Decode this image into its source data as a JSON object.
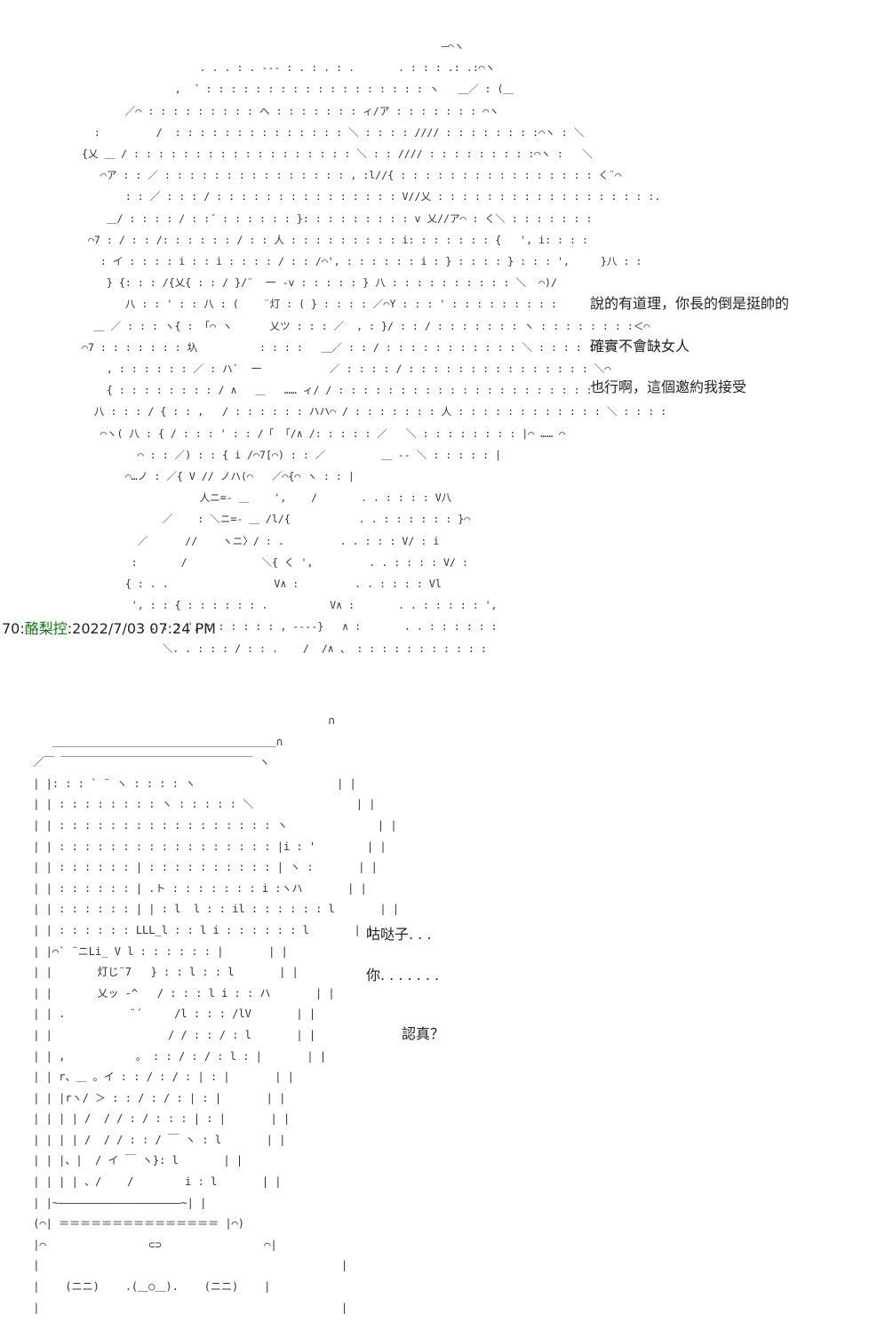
{
  "top_section": {
    "ascii_art_lines": [
      "                                                            ―⌒ヽ",
      "                     . . . : . ‐‐‐ : . : . : .       . : : : .: .:⌒ヽ",
      "                 ,  ´ : : : : : : : : : : : : : : : : : : ヽ   ＿／ : (＿",
      "         ／⌒ : : : : : : : : : へ : : : : : : : ィ/ア : : : : : : : ⌒ヽ",
      "    :         /  : : : : : : : : : : : : : : ＼ : : : : //// : : : : : : : :⌒ヽ : ＼",
      "  {乂 ＿ / : : : : : : : : : : : : : : : : : : ＼ : : //// : : : : : : : : :⌒ヽ :   ＼",
      "     ⌒ア : : ／ : : : : : : : : : : : : : : : , :l//{ : : : : : : : : : : : : : : : : く¨⌒",
      "         : : ／ : : : / : : : : : : : : : : : : : : : V//乂 : : : : : : : : : : : : : : : : : :.",
      "      ＿/ : : : : / : :´ : : : : : : }: : : : : : : : : v 乂//ア⌒ : く＼ : : : : : : :",
      "   ⌒7 : / : : /: : : : : : / : : 人 : : : : : : : : : i: : : : : : : {   ', i: : : :",
      "     : イ : : : : i : : i : : : : / : : /⌒', : : : : : : i : } : : : : } : : : ',     }八 : :",
      "      } {: : : /{乂{ : : / }/¨  一 ‐v : : : : : } 八 : : : : : : : : : : ＼  ⌒)/",
      "         八 : : ' : : 八 : (    ¨灯 : ( } : : : : ／⌒Y : : : ' : : : : : : : : :",
      "    ＿ ／ : : : ヽ{ : 「⌒ ヽ      乂ツ : : : ／  , : }/ : : / : : : : : : : ヽ : : : : : : : :＜⌒",
      "  ⌒7 : : : : : : : 圦          : : : :   ＿／ : : / : : : : : : : : : : : ＼ : : : : : ⌒",
      "      , : : : : : : ／ : ハ`  一           ／ : : : : / : : : : : : : : : : : : : : : ＼⌒",
      "      { : : : : : : : : / ∧   ＿   …… ィ/ / : : : : : : : : : : : : : : : : : : : : : ＼",
      "    八 : : : / { : : ,   / : : : : : : ハハ⌒ / : : : : : : : 人 : : : : : : : : : : : : ＼ : : : : ",
      "     ⌒ヽ( 八 : { / : : : ' : : /「 「/∧ /: : : : : ／   ＼ : : : : : : : : |⌒ …… ⌒",
      "           ⌒ : : ／) : : { i /⌒7[⌒) : : ／         ＿ ‐‐ ＼ : : : : : |",
      "         ⌒…ノ : ／{ V // ノハ(⌒   ／⌒{⌒ ヽ : : |",
      "                     人ニ=‐ ＿    ',    /       . . : : : : V八",
      "               ／    : ＼ニ=‐ ＿ /l/{           . . : : : : : : }⌒",
      "           ／      //    ヽニ〉/ : .         . . : : : V/ : i",
      "          :       /            ＼{ く ',         . . : : : : V/ :",
      "         { : . .                 V∧ :         . . : : : : Vl",
      "          ', : : { : : : : : : .          V∧ :       . . : : : : : ',",
      "             . : : ', : : : : : : , ‐‐‐‐}   ∧ :       . . : : : : : : ",
      "               ＼. . : : : / : : .    /  /∧ 、 : : : : : : : : : : :"
    ],
    "dialogue": [
      "說的有道理，你長的倒是挺帥的",
      "確實不會缺女人",
      "也行啊，這個邀約我接受"
    ]
  },
  "post": {
    "number": "70",
    "separator": ":",
    "author": "酪梨控",
    "timestamp": ":2022/7/03 07:24 PM"
  },
  "bottom_section": {
    "ascii_art_lines": [
      "                                               ∩",
      "    ＿＿＿＿＿＿＿＿＿＿＿＿＿＿＿＿＿＿＿＿＿∩",
      " ／￣ ￣￣￣￣￣￣￣￣￣￣￣￣￣￣￣￣￣￣ ヽ",
      " | |: : : ` ¨ ヽ : : : : ヽ                      | |",
      " | | : : : : : : : : ヽ : : : : : ＼                | |",
      " | | : : : : : : : : : : : : : : : : : ヽ              | |",
      " | | : : : : : : : : : : : : : : : : : |i : '        | |",
      " | | : : : : : : | : : : : : : : : : : | ヽ :       | |",
      " | | : : : : : : | .ト : : : : : : : i :ヽハ       | |",
      " | | : : : : : : | | : l  l : : il : : : : : : l       | |",
      " | | : : : : : : LLL_l : : l i : : : : : : l       | |",
      " | |⌒` ¨ニLi_ V l : : : : : : |       | |",
      " | |       灯じ¨7   } : : l : : l       | |",
      " | |       乂ッ ‐^   / : : : l i : : ハ       | |",
      " | | .          ¨´     /l : : : /lV       | |",
      " | |                  / / : : / : l       | |",
      " | | ,           。 : : / : / : l : |       | |",
      " | | r、＿ 。イ : : / : / : | : |       | |",
      " | | |rヽ/ ＞ : : / : / : | : |       | |",
      " | | | | /  / / : / : : : | : |       | |",
      " | | | | /  / / : : / ￣ ヽ : l       | |",
      " | | |、|  / イ ￣ ヽ}: l       | |",
      " | | | | 、/    /        i : l       | |",
      " | |~―――――――――――――――――――~| |",
      " (⌒| ＝＝＝＝＝＝＝＝＝＝＝＝＝＝＝ |⌒)",
      " |⌒                ⊂⊃                ⌒|",
      " |                                               |",
      " |    (ニニ)    .(＿○＿).    (ニニ)    |",
      " |                                               |"
    ],
    "dialogue": [
      "咕哒子. . .",
      "你. . . . . . .",
      "認真？"
    ]
  }
}
